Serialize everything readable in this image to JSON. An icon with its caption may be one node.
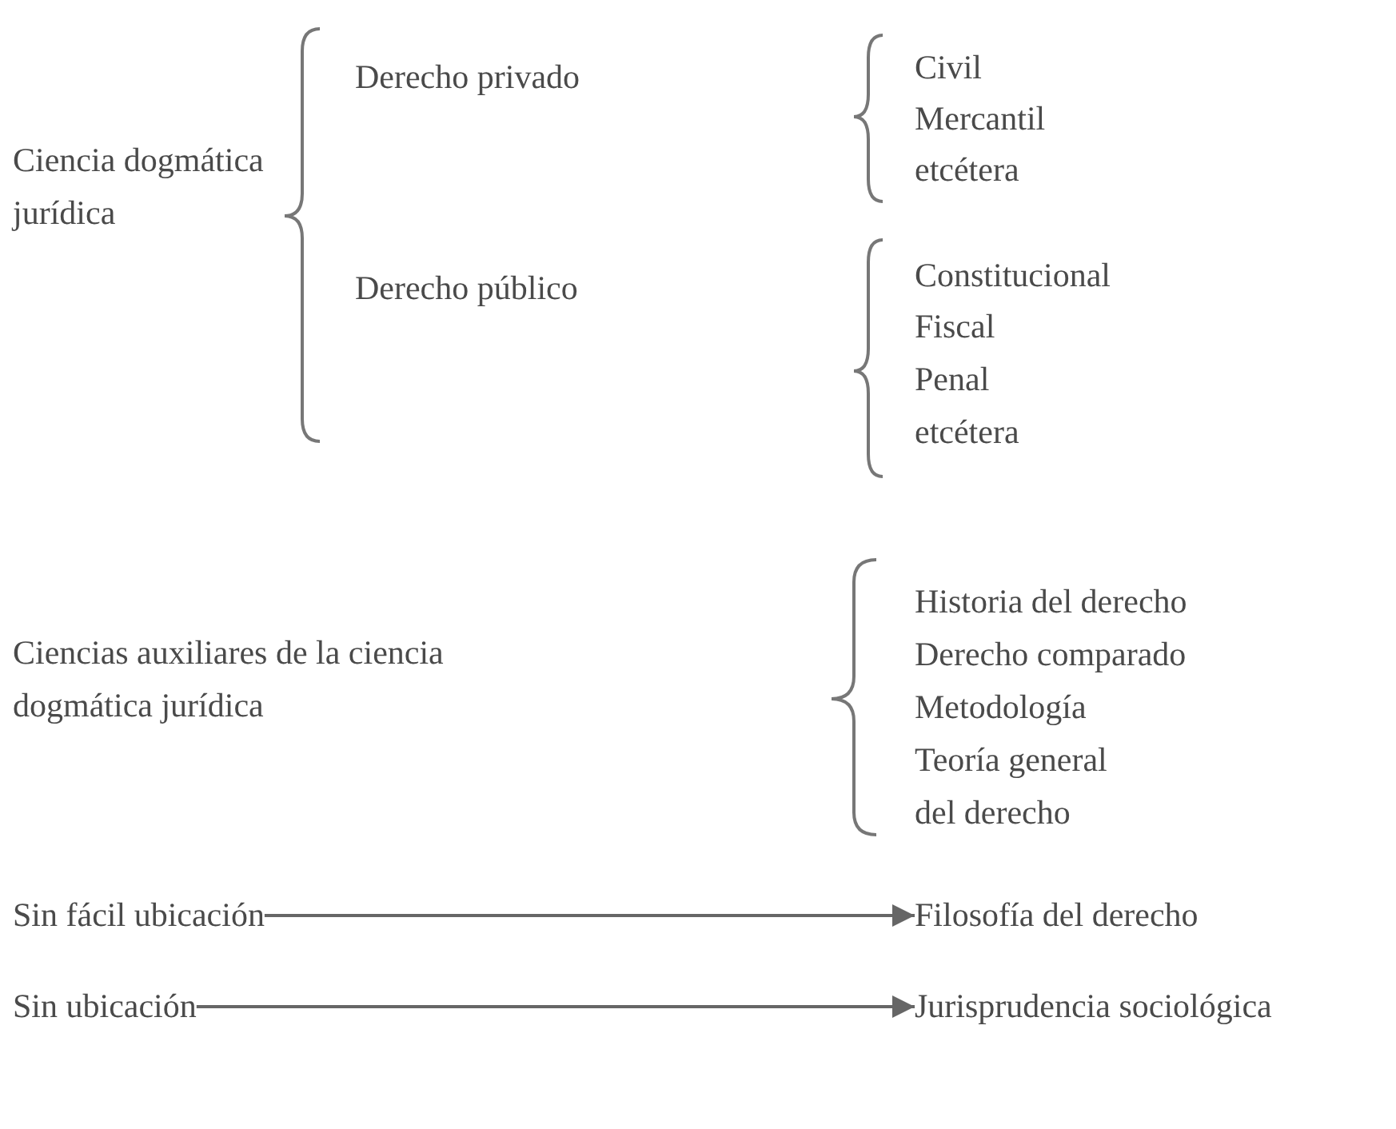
{
  "diagram": {
    "nodes": [
      {
        "text": [
          "Sin fácil ubicación"
        ]
      },
      {
        "text": [
          "Filosofía del derecho"
        ]
      },
      {
        "text": [
          "Sin ubicación"
        ]
      },
      {
        "text": [
          "Jurisprudencia sociológica"
        ]
      }
    ],
    "edges": [
      {
        "from": 0,
        "to": 1,
        "arrow": "to"
      },
      {
        "from": 2,
        "to": 3,
        "arrow": "to"
      }
    ],
    "labels": [
      "Ciencia dogmática jurídica",
      "Derecho privado",
      "Civil",
      "Mercantil",
      "etcétera",
      "Derecho público",
      "Constitucional",
      "Fiscal",
      "Penal",
      "etcétera",
      "Ciencias auxiliares de la ciencia dogmática jurídica",
      "Historia del derecho",
      "Derecho comparado",
      "Metodología",
      "Teoría general del derecho"
    ]
  }
}
